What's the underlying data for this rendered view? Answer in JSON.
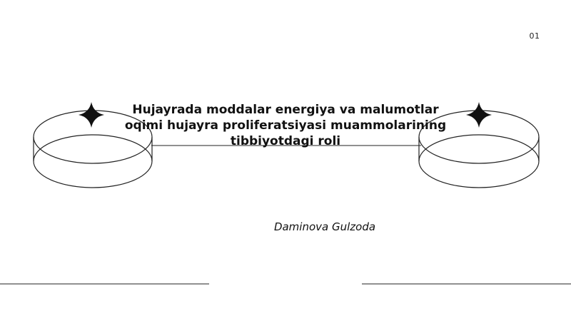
{
  "slide": {
    "page_number": "01",
    "title_lines": [
      "Hujayrada moddalar energiya va malumotlar",
      "oqimi hujayra proliferatsiyasi muammolarining",
      "tibbiyotdagi roli"
    ],
    "author": "Daminova Gulzoda"
  },
  "colors": {
    "background": "#ffffff",
    "ink": "#111111"
  },
  "icons": [
    "sparkle-icon",
    "sparkle-icon"
  ]
}
